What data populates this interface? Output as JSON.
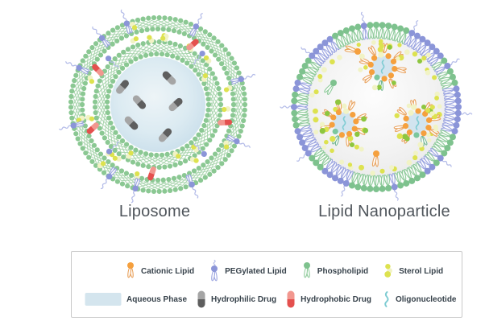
{
  "figures": {
    "liposome": {
      "label": "Liposome",
      "bilayers": 2,
      "hydrophilic_drugs": 6,
      "hydrophobic_drugs": 5,
      "pegylated_outer": 10,
      "pegylated_inner": 4,
      "sterol_clusters": 22
    },
    "lnp": {
      "label": "Lipid Nanoparticle",
      "micelles": 3,
      "oligonucleotides": 3,
      "pegylated": 10
    }
  },
  "legend": {
    "rows": [
      [
        {
          "icon": "cationic-lipid-icon",
          "label": "Cationic Lipid"
        },
        {
          "icon": "pegylated-lipid-icon",
          "label": "PEGylated Lipid"
        },
        {
          "icon": "phospholipid-icon",
          "label": "Phospholipid"
        },
        {
          "icon": "sterol-lipid-icon",
          "label": "Sterol Lipid"
        }
      ],
      [
        {
          "icon": "aqueous-phase-icon",
          "label": "Aqueous Phase"
        },
        {
          "icon": "hydrophilic-drug-icon",
          "label": "Hydrophilic Drug"
        },
        {
          "icon": "hydrophobic-drug-icon",
          "label": "Hydrophobic Drug"
        },
        {
          "icon": "oligonucleotide-icon",
          "label": "Oligonucleotide"
        }
      ]
    ]
  },
  "colors": {
    "membrane_green": "#8bc893",
    "tail_green": "#a9d5ae",
    "lnp_green_head": "#7ec28e",
    "lnp_green_tail": "#8fcb9b",
    "peg_purple": "#8b95d8",
    "peg_tail": "#9ca5e1",
    "peg_chain": "#b3bbe8",
    "sterol_bright": "#dde24f",
    "sterol_pale": "#f1f3c5",
    "lnp_dot_green": "#8dc63f",
    "cationic_orange": "#f5a03e",
    "cationic_outline": "#e9a25e",
    "aqueous_fill": "#d4e5ee",
    "micelle_core": "#d2e4ef",
    "hydrophilic_dark": "#5e5e5e",
    "hydrophilic_light": "#a5a5a5",
    "hydrophobic_dark": "#e4504e",
    "hydrophobic_light": "#f2978f",
    "oligo_teal": "#7fccd3",
    "label_text": "#4f555b",
    "legend_text": "#37424b",
    "legend_border": "#c9c9c9",
    "background": "#ffffff"
  }
}
